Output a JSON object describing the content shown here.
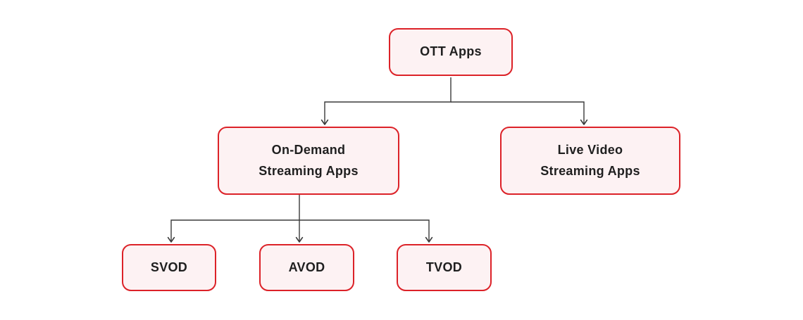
{
  "diagram": {
    "colors": {
      "node_border": "#dc2228",
      "node_fill": "#fdf2f3",
      "node_text": "#1f1f1f",
      "connector": "#3a3a3a",
      "background": "#ffffff"
    },
    "nodes": {
      "root": {
        "label": "OTT Apps"
      },
      "on_demand": {
        "lines": [
          "On-Demand",
          "Streaming Apps"
        ]
      },
      "live_video": {
        "lines": [
          "Live Video",
          "Streaming Apps"
        ]
      },
      "svod": {
        "label": "SVOD"
      },
      "avod": {
        "label": "AVOD"
      },
      "tvod": {
        "label": "TVOD"
      }
    },
    "edges": [
      {
        "from": "OTT Apps",
        "to": "On-Demand Streaming Apps"
      },
      {
        "from": "OTT Apps",
        "to": "Live Video Streaming Apps"
      },
      {
        "from": "On-Demand Streaming Apps",
        "to": "SVOD"
      },
      {
        "from": "On-Demand Streaming Apps",
        "to": "AVOD"
      },
      {
        "from": "On-Demand Streaming Apps",
        "to": "TVOD"
      }
    ]
  }
}
